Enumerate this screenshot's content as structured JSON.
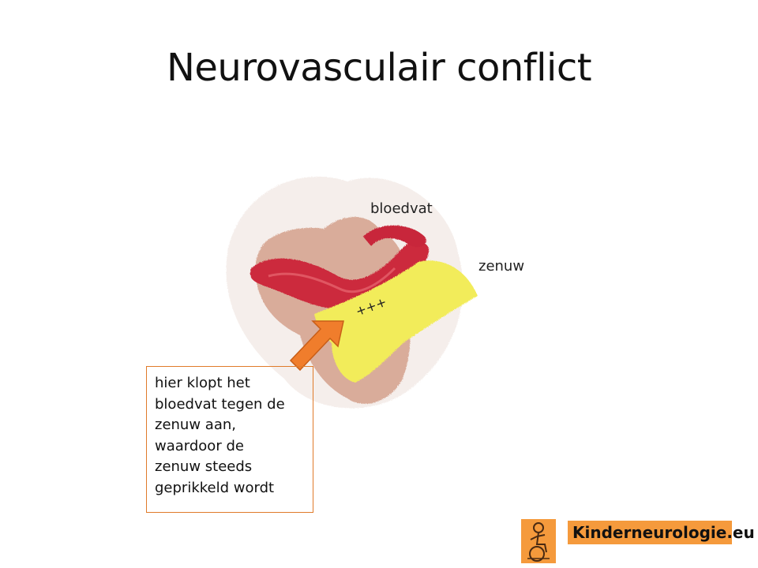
{
  "title": "Neurovasculair conflict",
  "labels": {
    "vessel": "bloedvat",
    "nerve": "zenuw",
    "contact": "+++"
  },
  "callout": {
    "lines": [
      "hier klopt het",
      "bloedvat tegen de",
      "zenuw aan,",
      "waardoor de",
      "zenuw steeds",
      "geprikkeld wordt"
    ]
  },
  "logo": {
    "text": "Kinderneurologie.eu",
    "icon": "child-wheelchair-logo-icon"
  },
  "colors": {
    "vessel": "#cc2a3c",
    "nerve": "#f2ec5a",
    "tissue": "#d7a592",
    "arrow": "#f07d2c",
    "callout_border": "#e07b2a",
    "logo_bg": "#f59a3c"
  }
}
